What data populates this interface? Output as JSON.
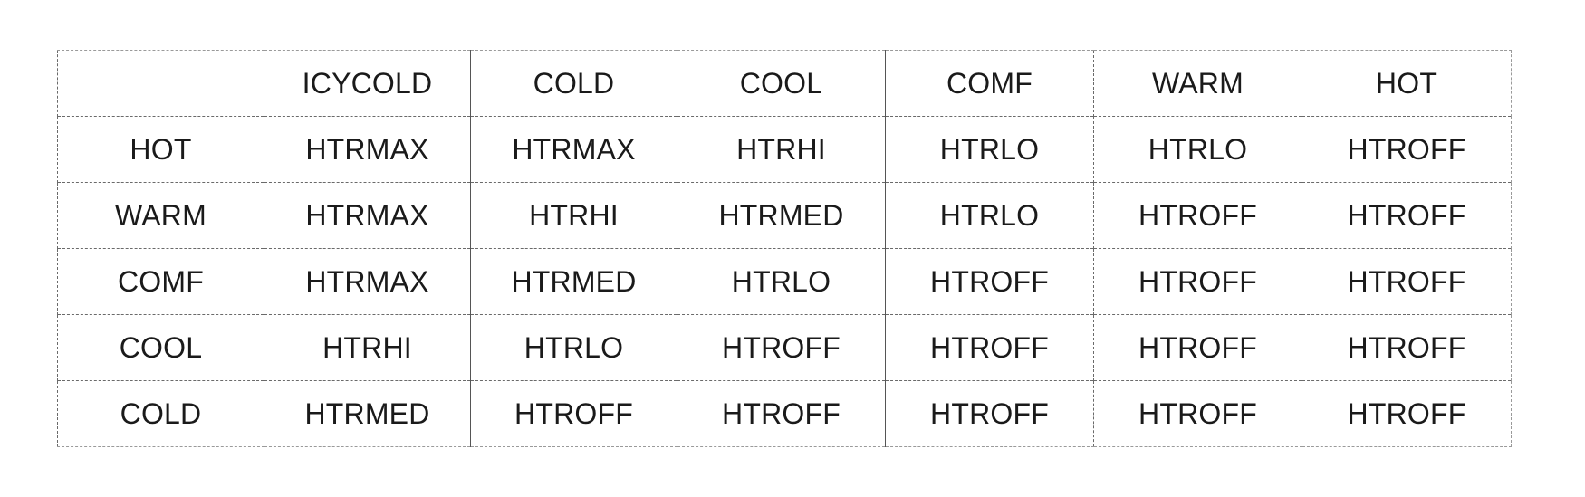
{
  "table": {
    "header": [
      "",
      "ICYCOLD",
      "COLD",
      "COOL",
      "COMF",
      "WARM",
      "HOT"
    ],
    "rows": [
      [
        "HOT",
        "HTRMAX",
        "HTRMAX",
        "HTRHI",
        "HTRLO",
        "HTRLO",
        "HTROFF"
      ],
      [
        "WARM",
        "HTRMAX",
        "HTRHI",
        "HTRMED",
        "HTRLO",
        "HTROFF",
        "HTROFF"
      ],
      [
        "COMF",
        "HTRMAX",
        "HTRMED",
        "HTRLO",
        "HTROFF",
        "HTROFF",
        "HTROFF"
      ],
      [
        "COOL",
        "HTRHI",
        "HTRLO",
        "HTROFF",
        "HTROFF",
        "HTROFF",
        "HTROFF"
      ],
      [
        "COLD",
        "HTRMED",
        "HTROFF",
        "HTROFF",
        "HTROFF",
        "HTROFF",
        "HTROFF"
      ]
    ]
  }
}
